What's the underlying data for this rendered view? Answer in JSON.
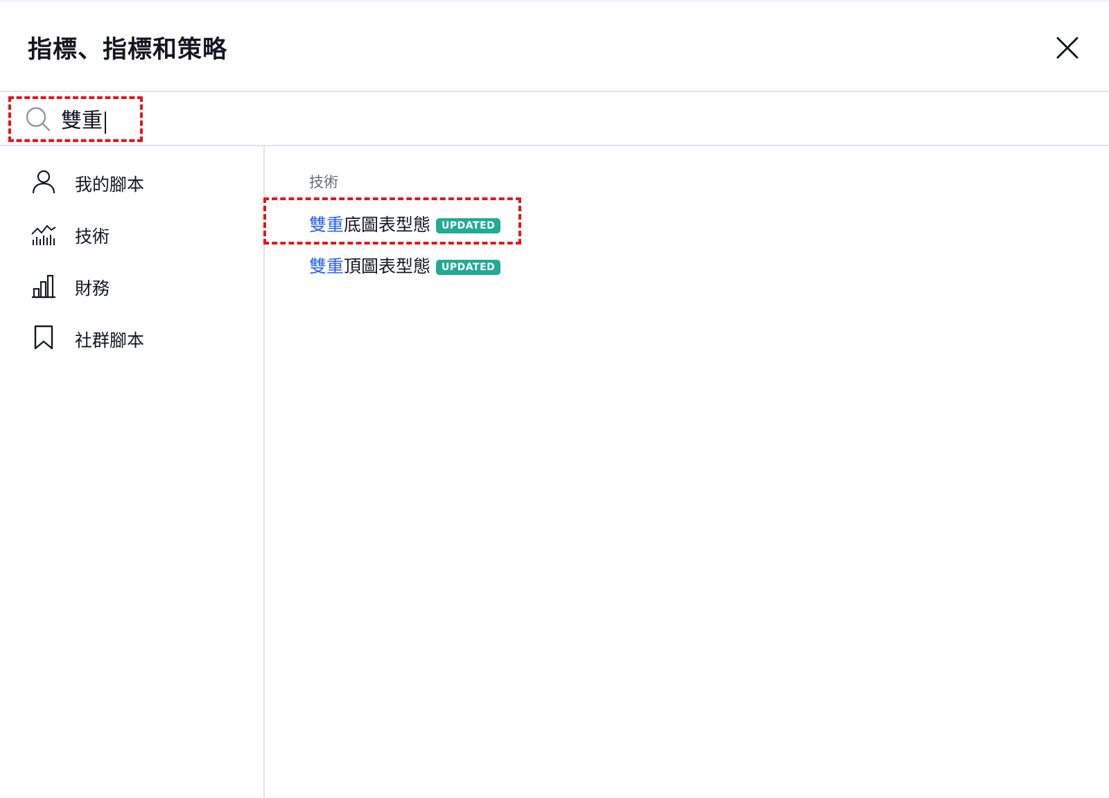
{
  "dialog": {
    "title": "指標、指標和策略"
  },
  "search": {
    "value": "雙重"
  },
  "sidebar": {
    "items": [
      {
        "label": "我的腳本",
        "icon": "user-icon"
      },
      {
        "label": "技術",
        "icon": "technicals-chart-icon"
      },
      {
        "label": "財務",
        "icon": "bar-chart-icon"
      },
      {
        "label": "社群腳本",
        "icon": "bookmark-icon"
      }
    ]
  },
  "results": {
    "section_title": "技術",
    "items": [
      {
        "match": "雙重",
        "rest": "底圖表型態",
        "badge": "UPDATED"
      },
      {
        "match": "雙重",
        "rest": "頂圖表型態",
        "badge": "UPDATED"
      }
    ]
  },
  "colors": {
    "accent": "#2962ff",
    "badge": "#22ab94",
    "highlight_box": "#e8141b",
    "divider": "#e0e3eb"
  }
}
